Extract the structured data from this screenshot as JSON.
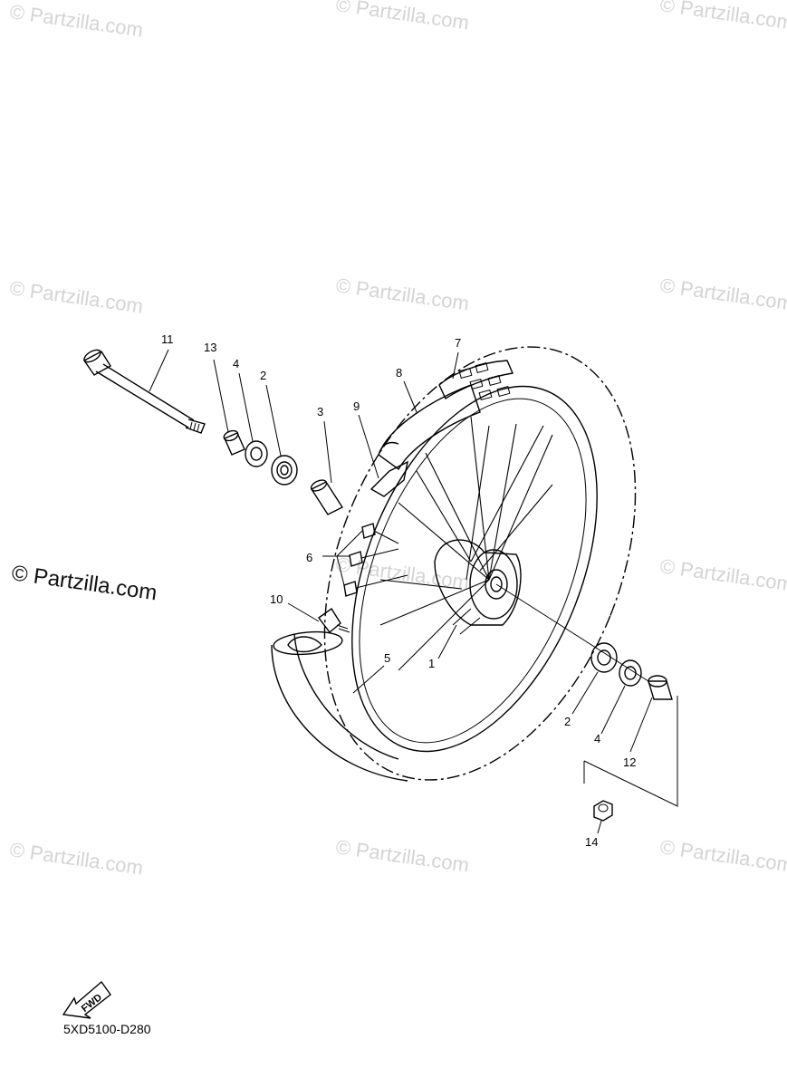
{
  "watermark": {
    "text": "© Partzilla.com",
    "prominent_text": "© Partzilla.com"
  },
  "diagram_code": "5XD5100-D280",
  "fwd_label": "FWD",
  "callouts": {
    "c1": "1",
    "c2a": "2",
    "c2b": "2",
    "c3": "3",
    "c4a": "4",
    "c4b": "4",
    "c5": "5",
    "c6": "6",
    "c7": "7",
    "c8": "8",
    "c9": "9",
    "c10": "10",
    "c11": "11",
    "c12": "12",
    "c13": "13",
    "c14": "14"
  }
}
